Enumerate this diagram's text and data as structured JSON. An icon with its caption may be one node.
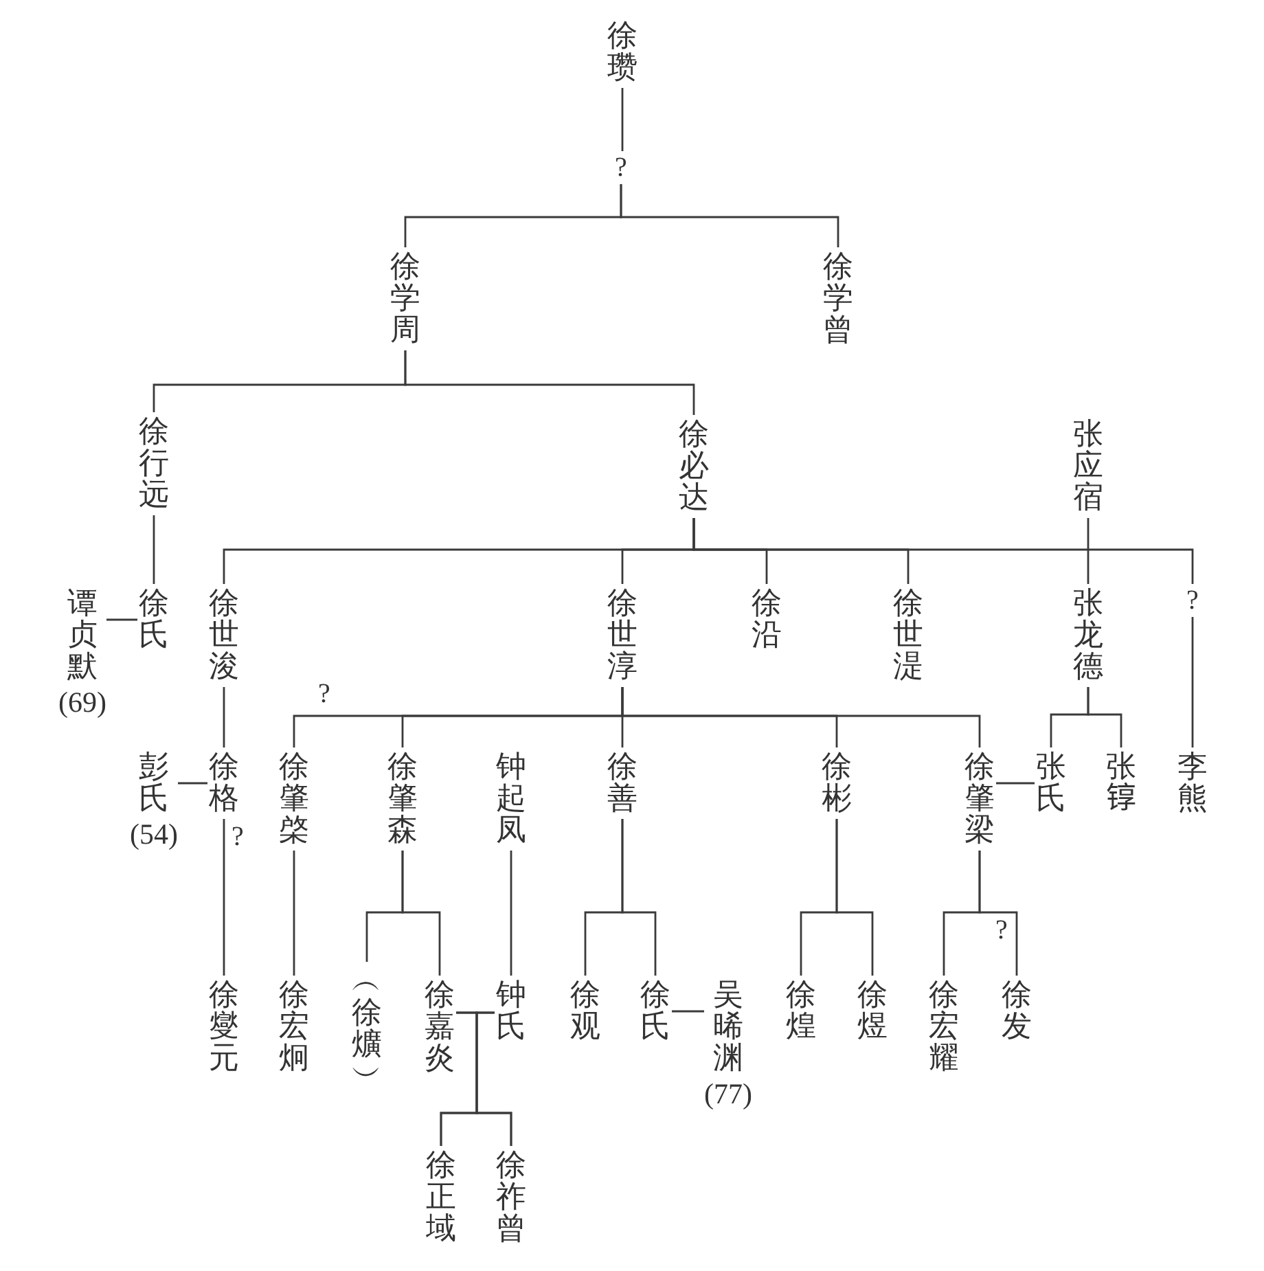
{
  "diagram": {
    "nodes": [
      {
        "text": [
          "徐瓒"
        ]
      },
      {
        "text": [
          "?"
        ]
      },
      {
        "text": [
          "徐学周"
        ]
      },
      {
        "text": [
          "徐学曾"
        ]
      },
      {
        "text": [
          "徐行远"
        ]
      },
      {
        "text": [
          "徐必达"
        ]
      },
      {
        "text": [
          "张应宿"
        ]
      },
      {
        "text": [
          "谭贞默",
          "(69)"
        ]
      },
      {
        "text": [
          "徐氏"
        ]
      },
      {
        "text": [
          "徐世浚"
        ]
      },
      {
        "text": [
          "徐世淳"
        ]
      },
      {
        "text": [
          "徐沿"
        ]
      },
      {
        "text": [
          "徐世湜"
        ]
      },
      {
        "text": [
          "张龙德"
        ]
      },
      {
        "text": [
          "?"
        ]
      },
      {
        "text": [
          "彭氏",
          "(54)"
        ]
      },
      {
        "text": [
          "徐格"
        ]
      },
      {
        "text": [
          "徐肇棨"
        ]
      },
      {
        "text": [
          "徐肇森"
        ]
      },
      {
        "text": [
          "钟起凤"
        ]
      },
      {
        "text": [
          "徐善"
        ]
      },
      {
        "text": [
          "徐彬"
        ]
      },
      {
        "text": [
          "徐肇梁"
        ]
      },
      {
        "text": [
          "张氏"
        ]
      },
      {
        "text": [
          "张𬭚"
        ]
      },
      {
        "text": [
          "李熊"
        ]
      },
      {
        "text": [
          "徐燮元"
        ]
      },
      {
        "text": [
          "徐宏炯"
        ]
      },
      {
        "text": [
          "︵徐爌︶"
        ]
      },
      {
        "text": [
          "徐嘉炎"
        ]
      },
      {
        "text": [
          "钟氏"
        ]
      },
      {
        "text": [
          "徐观"
        ]
      },
      {
        "text": [
          "徐氏"
        ]
      },
      {
        "text": [
          "吴晞渊",
          "(77)"
        ]
      },
      {
        "text": [
          "徐煌"
        ]
      },
      {
        "text": [
          "徐煜"
        ]
      },
      {
        "text": [
          "徐宏耀"
        ]
      },
      {
        "text": [
          "徐发"
        ]
      },
      {
        "text": [
          "徐正域"
        ]
      },
      {
        "text": [
          "徐祚曾"
        ]
      }
    ],
    "edges": [
      {
        "from": 0,
        "to": 1,
        "arrow": "none"
      },
      {
        "from": 1,
        "to": 2,
        "arrow": "none"
      },
      {
        "from": 1,
        "to": 3,
        "arrow": "none"
      },
      {
        "from": 2,
        "to": 4,
        "arrow": "none"
      },
      {
        "from": 2,
        "to": 5,
        "arrow": "none"
      },
      {
        "from": 4,
        "to": 8,
        "arrow": "none"
      },
      {
        "from": 7,
        "to": 8,
        "arrow": "none"
      },
      {
        "from": 5,
        "to": 9,
        "arrow": "none"
      },
      {
        "from": 5,
        "to": 10,
        "arrow": "none"
      },
      {
        "from": 5,
        "to": 11,
        "arrow": "none"
      },
      {
        "from": 5,
        "to": 12,
        "arrow": "none"
      },
      {
        "from": 5,
        "to": 14,
        "arrow": "none"
      },
      {
        "from": 6,
        "to": 13,
        "arrow": "none"
      },
      {
        "from": 9,
        "to": 16,
        "arrow": "none"
      },
      {
        "from": 15,
        "to": 16,
        "arrow": "none"
      },
      {
        "from": 14,
        "to": 25,
        "arrow": "none"
      },
      {
        "from": 10,
        "to": 17,
        "arrow": "none",
        "label": "?"
      },
      {
        "from": 10,
        "to": 18,
        "arrow": "none"
      },
      {
        "from": 10,
        "to": 20,
        "arrow": "none"
      },
      {
        "from": 10,
        "to": 21,
        "arrow": "none"
      },
      {
        "from": 10,
        "to": 22,
        "arrow": "none"
      },
      {
        "from": 22,
        "to": 23,
        "arrow": "none"
      },
      {
        "from": 13,
        "to": 23,
        "arrow": "none"
      },
      {
        "from": 13,
        "to": 24,
        "arrow": "none"
      },
      {
        "from": 16,
        "to": 26,
        "arrow": "none",
        "label": "?"
      },
      {
        "from": 17,
        "to": 27,
        "arrow": "none"
      },
      {
        "from": 18,
        "to": 28,
        "arrow": "none"
      },
      {
        "from": 18,
        "to": 29,
        "arrow": "none"
      },
      {
        "from": 19,
        "to": 30,
        "arrow": "none"
      },
      {
        "from": 29,
        "to": 38,
        "arrow": "none"
      },
      {
        "from": 29,
        "to": 39,
        "arrow": "none"
      },
      {
        "from": 30,
        "to": 38,
        "arrow": "none"
      },
      {
        "from": 30,
        "to": 39,
        "arrow": "none"
      },
      {
        "from": 20,
        "to": 31,
        "arrow": "none"
      },
      {
        "from": 20,
        "to": 32,
        "arrow": "none"
      },
      {
        "from": 32,
        "to": 33,
        "arrow": "none"
      },
      {
        "from": 21,
        "to": 34,
        "arrow": "none"
      },
      {
        "from": 21,
        "to": 35,
        "arrow": "none"
      },
      {
        "from": 22,
        "to": 36,
        "arrow": "none"
      },
      {
        "from": 22,
        "to": 37,
        "arrow": "none",
        "label": "?"
      }
    ]
  }
}
